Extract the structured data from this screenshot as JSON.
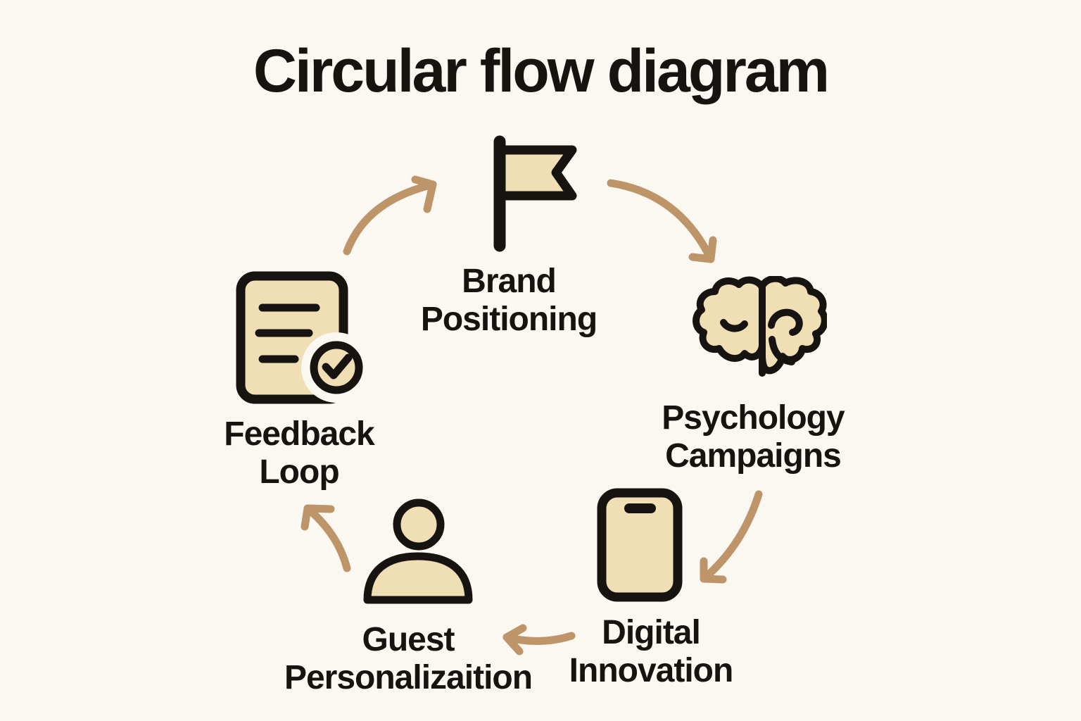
{
  "title": "Circular flow diagram",
  "colors": {
    "background": "#FBF8F1",
    "ink": "#171310",
    "icon_fill": "#F0DFB5",
    "arrow": "#BD9569",
    "text": "#171310"
  },
  "nodes": [
    {
      "id": "brand-positioning",
      "icon": "flag-icon",
      "label_lines": [
        "Brand",
        "Positioning"
      ]
    },
    {
      "id": "psychology-campaigns",
      "icon": "brain-icon",
      "label_lines": [
        "Psychology",
        "Campaigns"
      ]
    },
    {
      "id": "digital-innovation",
      "icon": "smartphone-icon",
      "label_lines": [
        "Digital",
        "Innovation"
      ]
    },
    {
      "id": "guest-personalization",
      "icon": "person-icon",
      "label_lines": [
        "Guest",
        "Personalizaition"
      ]
    },
    {
      "id": "feedback-loop",
      "icon": "document-check-icon",
      "label_lines": [
        "Feedback",
        "Loop"
      ]
    }
  ],
  "arrows": [
    {
      "from": "Feedback Loop",
      "to": "Brand Positioning"
    },
    {
      "from": "Brand Positioning",
      "to": "Psychology Campaigns"
    },
    {
      "from": "Psychology Campaigns",
      "to": "Digital Innovation"
    },
    {
      "from": "Digital Innovation",
      "to": "Guest Personalizaition"
    },
    {
      "from": "Guest Personalizaition",
      "to": "Feedback Loop"
    }
  ]
}
